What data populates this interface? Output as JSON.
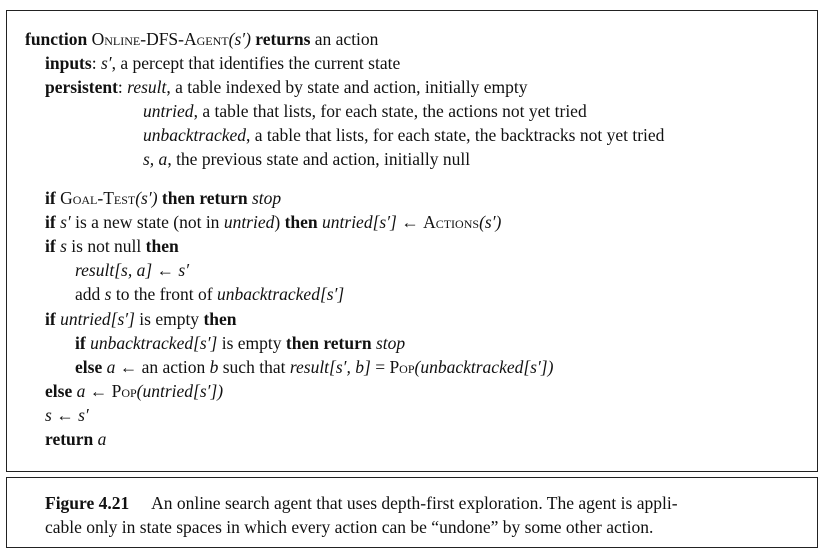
{
  "algorithm": {
    "header": {
      "kw_function": "function",
      "name": "Online-DFS-Agent",
      "args": "(s′)",
      "kw_returns": "returns",
      "rest": "an action"
    },
    "inputs": {
      "kw": "inputs",
      "var": "s′",
      "text": ", a percept that identifies the current state"
    },
    "persistent": {
      "kw": "persistent",
      "items": [
        {
          "var": "result",
          "text": ", a table indexed by state and action, initially empty"
        },
        {
          "var": "untried",
          "text": ", a table that lists, for each state, the actions not yet tried"
        },
        {
          "var": "unbacktracked",
          "text": ", a table that lists, for each state, the backtracks not yet tried"
        },
        {
          "var": "s, a",
          "text": ", the previous state and action, initially null"
        }
      ]
    },
    "body": [
      {
        "id": "l1",
        "indent": 0,
        "parts": [
          {
            "k": "kw",
            "t": "if"
          },
          {
            "k": "tx",
            "t": " "
          },
          {
            "k": "sc",
            "t": "Goal-Test"
          },
          {
            "k": "it",
            "t": "(s′)"
          },
          {
            "k": "tx",
            "t": " "
          },
          {
            "k": "kw",
            "t": "then return"
          },
          {
            "k": "tx",
            "t": " "
          },
          {
            "k": "it",
            "t": "stop"
          }
        ]
      },
      {
        "id": "l2",
        "indent": 0,
        "parts": [
          {
            "k": "kw",
            "t": "if"
          },
          {
            "k": "tx",
            "t": " "
          },
          {
            "k": "it",
            "t": "s′"
          },
          {
            "k": "tx",
            "t": " is a new state (not in "
          },
          {
            "k": "it",
            "t": "untried"
          },
          {
            "k": "tx",
            "t": ") "
          },
          {
            "k": "kw",
            "t": "then"
          },
          {
            "k": "tx",
            "t": " "
          },
          {
            "k": "it",
            "t": "untried[s′]"
          },
          {
            "k": "tx",
            "t": " ← "
          },
          {
            "k": "sc",
            "t": "Actions"
          },
          {
            "k": "it",
            "t": "(s′)"
          }
        ]
      },
      {
        "id": "l3",
        "indent": 0,
        "parts": [
          {
            "k": "kw",
            "t": "if"
          },
          {
            "k": "tx",
            "t": " "
          },
          {
            "k": "it",
            "t": "s"
          },
          {
            "k": "tx",
            "t": " is not null "
          },
          {
            "k": "kw",
            "t": "then"
          }
        ]
      },
      {
        "id": "l4",
        "indent": 1,
        "parts": [
          {
            "k": "it",
            "t": "result[s, a]"
          },
          {
            "k": "tx",
            "t": " ← "
          },
          {
            "k": "it",
            "t": "s′"
          }
        ]
      },
      {
        "id": "l5",
        "indent": 1,
        "parts": [
          {
            "k": "tx",
            "t": "add "
          },
          {
            "k": "it",
            "t": "s"
          },
          {
            "k": "tx",
            "t": " to the front of "
          },
          {
            "k": "it",
            "t": "unbacktracked[s′]"
          }
        ]
      },
      {
        "id": "l6",
        "indent": 0,
        "parts": [
          {
            "k": "kw",
            "t": "if"
          },
          {
            "k": "tx",
            "t": " "
          },
          {
            "k": "it",
            "t": "untried[s′]"
          },
          {
            "k": "tx",
            "t": " is empty "
          },
          {
            "k": "kw",
            "t": "then"
          }
        ]
      },
      {
        "id": "l7",
        "indent": 1,
        "parts": [
          {
            "k": "kw",
            "t": "if"
          },
          {
            "k": "tx",
            "t": " "
          },
          {
            "k": "it",
            "t": "unbacktracked[s′]"
          },
          {
            "k": "tx",
            "t": " is empty "
          },
          {
            "k": "kw",
            "t": "then return"
          },
          {
            "k": "tx",
            "t": " "
          },
          {
            "k": "it",
            "t": "stop"
          }
        ]
      },
      {
        "id": "l8",
        "indent": 1,
        "parts": [
          {
            "k": "kw",
            "t": "else"
          },
          {
            "k": "tx",
            "t": " "
          },
          {
            "k": "it",
            "t": "a"
          },
          {
            "k": "tx",
            "t": " ← an action "
          },
          {
            "k": "it",
            "t": "b"
          },
          {
            "k": "tx",
            "t": " such that "
          },
          {
            "k": "it",
            "t": "result[s′, b]"
          },
          {
            "k": "tx",
            "t": " = "
          },
          {
            "k": "sc",
            "t": "Pop"
          },
          {
            "k": "it",
            "t": "(unbacktracked[s′])"
          }
        ]
      },
      {
        "id": "l9",
        "indent": 0,
        "parts": [
          {
            "k": "kw",
            "t": "else"
          },
          {
            "k": "tx",
            "t": " "
          },
          {
            "k": "it",
            "t": "a"
          },
          {
            "k": "tx",
            "t": " ← "
          },
          {
            "k": "sc",
            "t": "Pop"
          },
          {
            "k": "it",
            "t": "(untried[s′])"
          }
        ]
      },
      {
        "id": "l10",
        "indent": 0,
        "parts": [
          {
            "k": "it",
            "t": "s"
          },
          {
            "k": "tx",
            "t": " ← "
          },
          {
            "k": "it",
            "t": "s′"
          }
        ]
      },
      {
        "id": "l11",
        "indent": 0,
        "parts": [
          {
            "k": "kw",
            "t": "return"
          },
          {
            "k": "tx",
            "t": " "
          },
          {
            "k": "it",
            "t": "a"
          }
        ]
      }
    ]
  },
  "caption": {
    "label": "Figure 4.21",
    "line1": "An online search agent that uses depth-first exploration. The agent is appli-",
    "line2": "cable only in state spaces in which every action can be “undone” by some other action."
  }
}
